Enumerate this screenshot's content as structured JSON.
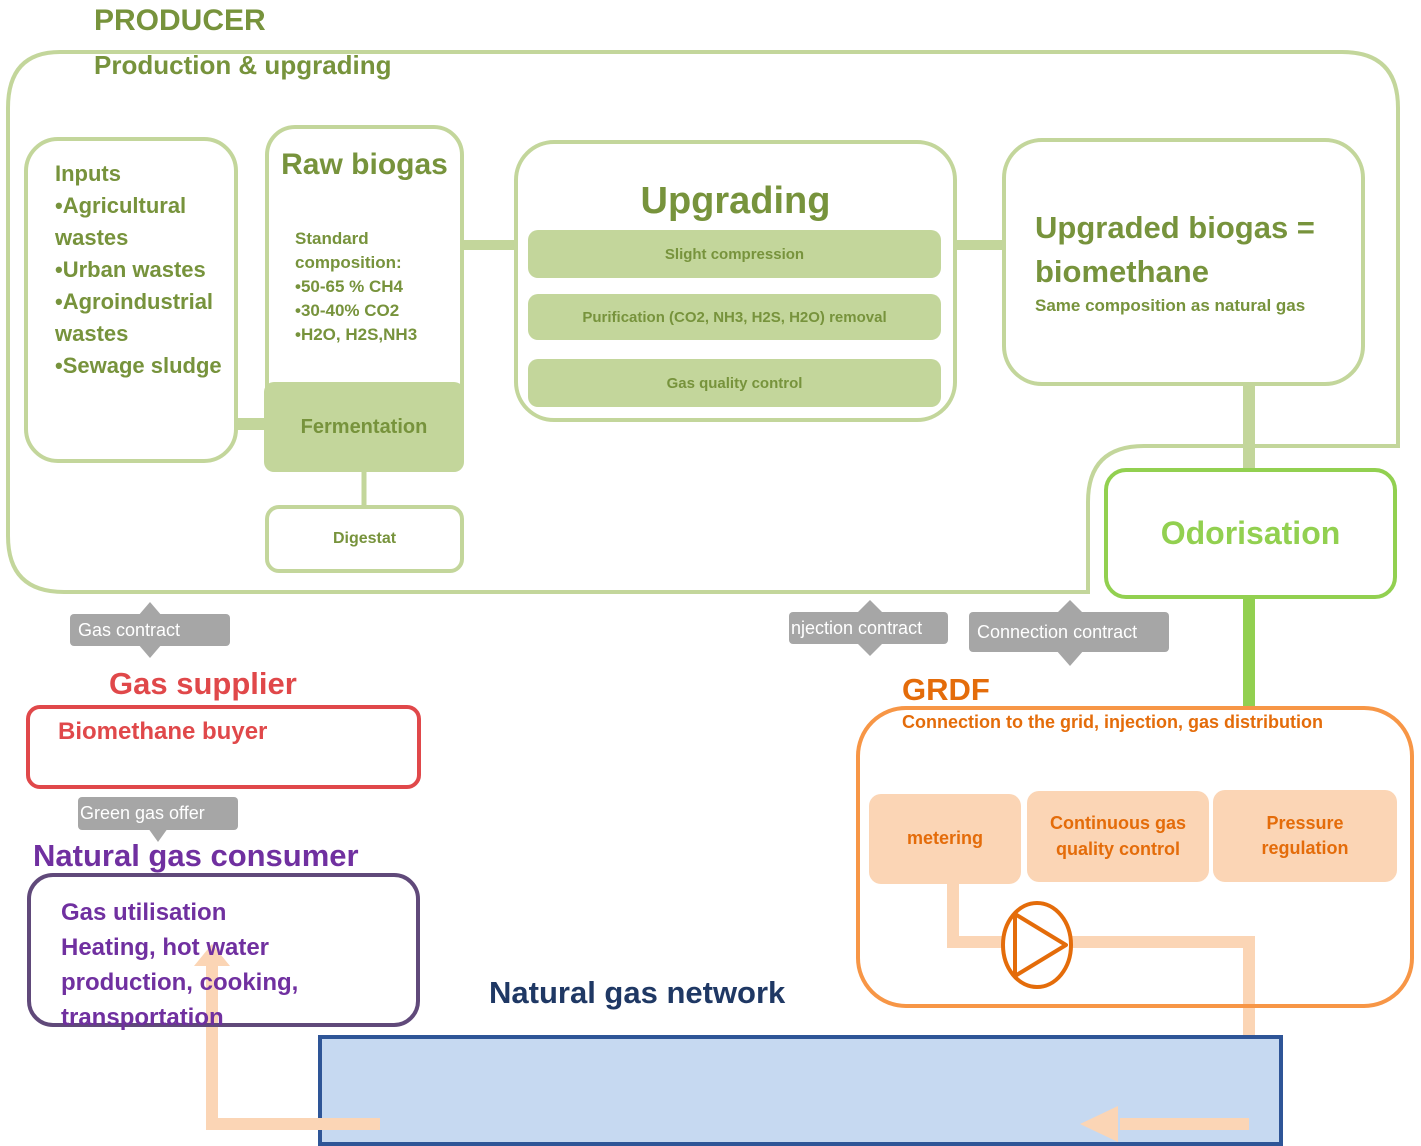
{
  "producer": {
    "title": "PRODUCER",
    "subtitle": "Production & upgrading",
    "inputs": {
      "heading": "Inputs",
      "items": [
        "•Agricultural wastes",
        "•Urban wastes",
        "•Agroindustrial wastes",
        "•Sewage sludge"
      ]
    },
    "raw_biogas": {
      "title": "Raw biogas",
      "composition_heading": "Standard composition:",
      "items": [
        "•50-65 % CH4",
        "•30-40% CO2",
        "•H2O, H2S,NH3"
      ]
    },
    "fermentation": "Fermentation",
    "digestat": "Digestat",
    "upgrading": {
      "title": "Upgrading",
      "steps": [
        "Slight compression",
        "Purification (CO2, NH3, H2S, H2O) removal",
        "Gas quality control"
      ]
    },
    "upgraded": {
      "title": "Upgraded biogas = biomethane",
      "note": "Same composition as natural gas"
    },
    "odorisation": "Odorisation"
  },
  "contracts": {
    "gas": "Gas contract",
    "injection": "njection contract",
    "connection": "Connection contract",
    "green_offer": "Green gas offer"
  },
  "gas_supplier": {
    "title": "Gas supplier",
    "box": "Biomethane buyer"
  },
  "consumer": {
    "title": "Natural gas consumer",
    "lines": [
      "Gas utilisation",
      "Heating, hot water",
      "production, cooking,",
      "transportation"
    ]
  },
  "grdf": {
    "title": "GRDF",
    "subtitle": "Connection to the grid, injection, gas distribution",
    "steps": [
      "metering",
      "Continuous gas quality control",
      "Pressure regulation"
    ]
  },
  "network": {
    "title": "Natural gas network"
  },
  "colors": {
    "producer_text": "#77933c",
    "producer_border": "#c3d69b",
    "odorisation": "#92d050",
    "supplier": "#e0484a",
    "consumer": "#7030a0",
    "grdf": "#e46c0a",
    "network_fill": "#c6d9f1",
    "network_border": "#2e5597",
    "network_text": "#1f3864",
    "flow": "#fbd5b5",
    "contract": "#a6a6a6"
  }
}
